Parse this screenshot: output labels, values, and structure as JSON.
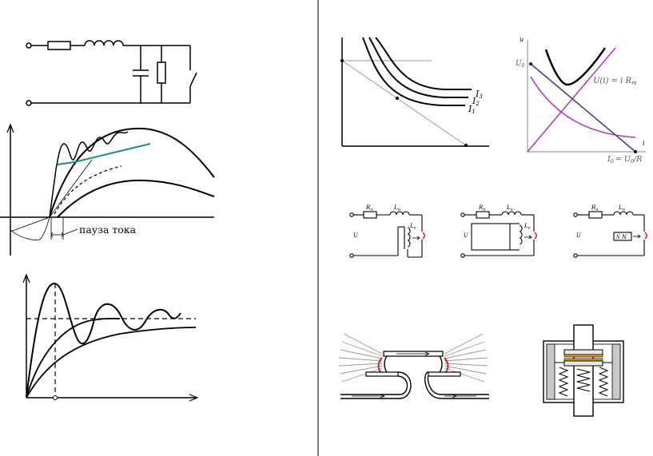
{
  "waveform": {
    "pause_label": "пауза тока"
  },
  "characteristic": {
    "curve_labels": [
      "I3",
      "I2",
      "I1"
    ],
    "curve_label_text": {
      "I3": "I",
      "I3_sub": "3",
      "I2": "I",
      "I2_sub": "2",
      "I1": "I",
      "I1_sub": "1"
    }
  },
  "arc_plot": {
    "y_axis_label": "u",
    "x_axis_label": "i",
    "u0_label": "U",
    "u0_sub": "0",
    "line_label": "U(i) = i R",
    "line_label_sub": "m",
    "i0_label": "I",
    "i0_sub": "0",
    "i0_eq": "= U",
    "i0_eq_sub": "0",
    "i0_eq_tail": "/R"
  },
  "circuits": [
    {
      "r_label": "R",
      "r_sub": "н",
      "l_label": "L",
      "l_sub": "н",
      "u_label": "U",
      "coil_label": "L",
      "coil_sub": "к"
    },
    {
      "r_label": "R",
      "r_sub": "н",
      "l_label": "L",
      "l_sub": "н",
      "u_label": "U",
      "coil_label": "L",
      "coil_sub": "к"
    },
    {
      "r_label": "R",
      "r_sub": "н",
      "l_label": "L",
      "l_sub": "н",
      "u_label": "U",
      "magnet_label": "S N"
    }
  ],
  "colors": {
    "ink": "#000000",
    "teal": "#1f8a8a",
    "purple": "#b030c0",
    "navy": "#3a3a9a",
    "arc_red": "#cc2020",
    "grey": "#9a9a9a",
    "gold": "#d8a020"
  }
}
